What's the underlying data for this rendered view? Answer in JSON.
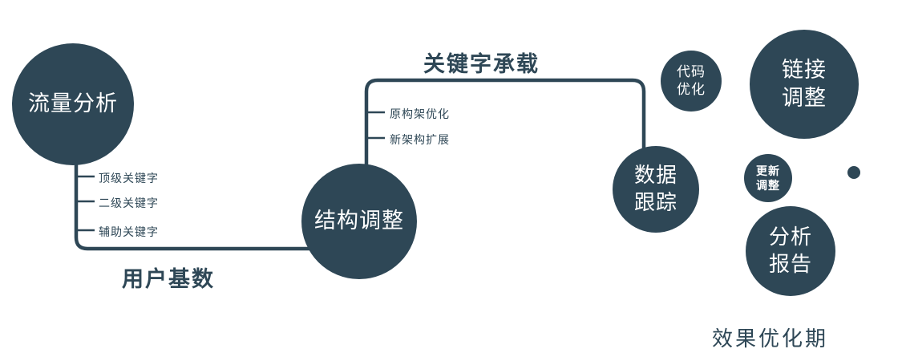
{
  "colors": {
    "ink": "#2e4756"
  },
  "nodes": {
    "traffic": "流量分析",
    "structure": "结构调整",
    "tracking": "数据\n跟踪",
    "code": "代码\n优化",
    "link": "链接\n调整",
    "update": "更新\n调整",
    "report": "分析\n报告"
  },
  "edge_labels": {
    "user_base": "用户基数",
    "keyword_carry": "关键字承载"
  },
  "branches": {
    "traffic": [
      "顶级关键字",
      "二级关键字",
      "辅助关键字"
    ],
    "structure": [
      "原构架优化",
      "新架构扩展"
    ]
  },
  "footer": "效果优化期"
}
